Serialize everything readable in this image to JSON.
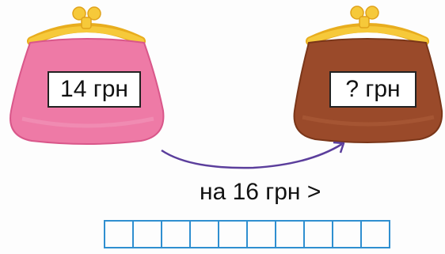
{
  "purses": {
    "left": {
      "label": "14 грн",
      "color": "#ee7aa6",
      "shadow": "#d9578a",
      "clasp": "#f6c93a"
    },
    "right": {
      "label": "? грн",
      "color": "#9a4a2a",
      "shadow": "#7a3619",
      "clasp": "#f6c93a"
    }
  },
  "arrow": {
    "color": "#5b3e9c"
  },
  "comparison": {
    "text": "на 16 грн >"
  },
  "answer_grid": {
    "cells": 10,
    "border_color": "#2f8fd0"
  }
}
